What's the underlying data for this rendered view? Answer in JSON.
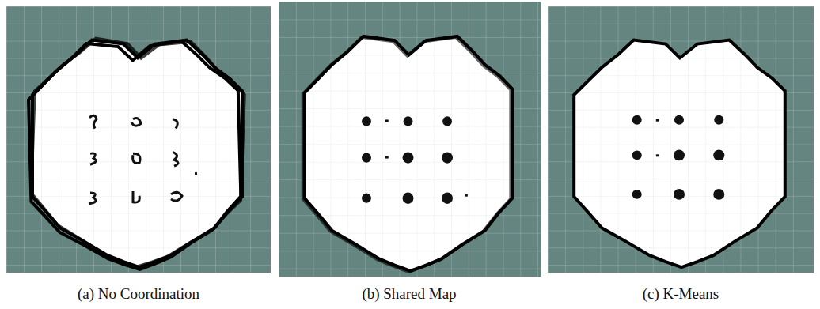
{
  "diagram": {
    "labels": [
      "(a) No Coordination",
      "(b) Shared Map",
      "(c) K-Means"
    ]
  }
}
